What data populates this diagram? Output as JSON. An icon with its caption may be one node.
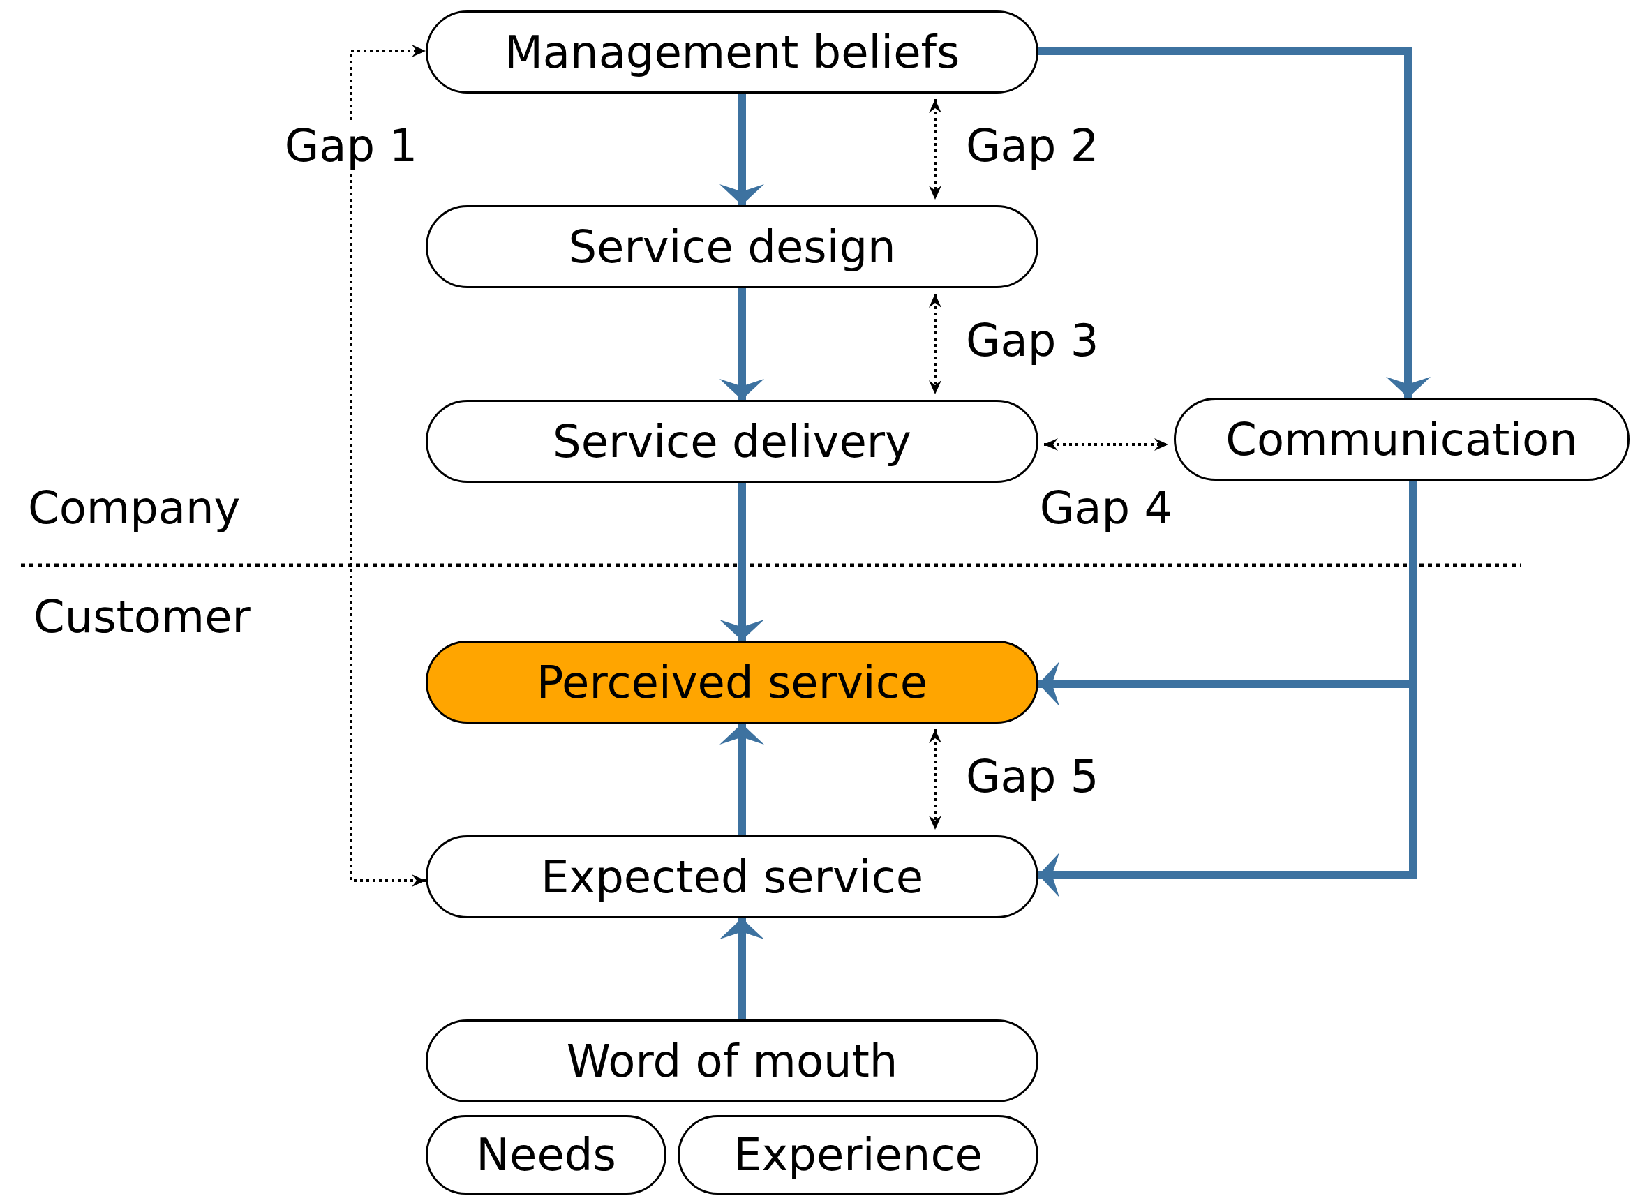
{
  "diagram": {
    "nodes": [
      {
        "text": [
          "Management beliefs"
        ]
      },
      {
        "text": [
          "Service design"
        ]
      },
      {
        "text": [
          "Service delivery"
        ]
      },
      {
        "text": [
          "Communication"
        ]
      },
      {
        "text": [
          "Perceived service"
        ]
      },
      {
        "text": [
          "Expected service"
        ]
      },
      {
        "text": [
          "Word of mouth"
        ]
      },
      {
        "text": [
          "Needs"
        ]
      },
      {
        "text": [
          "Experience"
        ]
      }
    ],
    "edges": [
      {
        "from": 0,
        "to": 1,
        "arrow": "to"
      },
      {
        "from": 1,
        "to": 2,
        "arrow": "to"
      },
      {
        "from": 2,
        "to": 4,
        "arrow": "to"
      },
      {
        "from": 0,
        "to": 3,
        "arrow": "to"
      },
      {
        "from": 3,
        "to": 4,
        "arrow": "to"
      },
      {
        "from": 3,
        "to": 5,
        "arrow": "to"
      },
      {
        "from": 5,
        "to": 4,
        "arrow": "to"
      },
      {
        "from": 6,
        "to": 5,
        "arrow": "to"
      },
      {
        "from": 5,
        "to": 0,
        "arrow": "both",
        "label": "Gap 1",
        "style": "dashed",
        "color": "#000000"
      },
      {
        "from": 0,
        "to": 1,
        "arrow": "both",
        "label": "Gap 2",
        "style": "dashed",
        "color": "#000000"
      },
      {
        "from": 1,
        "to": 2,
        "arrow": "both",
        "label": "Gap 3",
        "style": "dashed",
        "color": "#000000"
      },
      {
        "from": 2,
        "to": 3,
        "arrow": "both",
        "label": "Gap 4",
        "style": "dashed",
        "color": "#000000"
      },
      {
        "from": 4,
        "to": 5,
        "arrow": "both",
        "label": "Gap 5",
        "style": "dashed",
        "color": "#000000"
      }
    ],
    "labels": [
      "Company",
      "Customer"
    ]
  }
}
